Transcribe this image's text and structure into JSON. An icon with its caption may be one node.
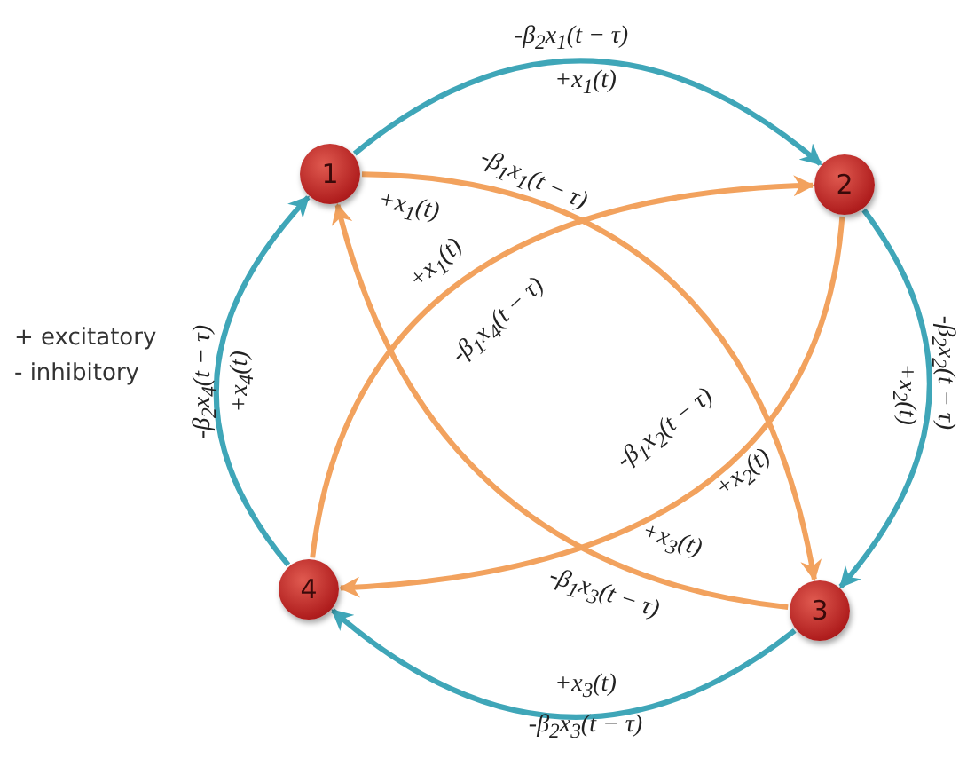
{
  "diagram": {
    "nodes": [
      {
        "text": [
          "1"
        ]
      },
      {
        "text": [
          "2"
        ]
      },
      {
        "text": [
          "3"
        ]
      },
      {
        "text": [
          "4"
        ]
      }
    ],
    "edges": [
      {
        "from": 0,
        "to": 1,
        "arrow": "to",
        "label": "+x$_{1}$(t)"
      },
      {
        "from": 1,
        "to": 2,
        "arrow": "to",
        "label": "+x$_{2}$(t)"
      },
      {
        "from": 2,
        "to": 3,
        "arrow": "to",
        "label": "+x$_{3}$(t)"
      },
      {
        "from": 3,
        "to": 0,
        "arrow": "to",
        "label": "+x$_{4}$(t)"
      },
      {
        "from": 0,
        "to": 2,
        "arrow": "to",
        "label": "+x$_{1}$(t)",
        "color": "#f2a25e"
      },
      {
        "from": 3,
        "to": 1,
        "arrow": "to",
        "label": "+x$_{1}$(t)",
        "color": "#f2a25e"
      },
      {
        "from": 1,
        "to": 3,
        "arrow": "to",
        "label": "+x$_{2}$(t)",
        "color": "#f2a25e"
      },
      {
        "from": 2,
        "to": 0,
        "arrow": "to",
        "label": "+x$_{3}$(t)",
        "color": "#f2a25e"
      }
    ],
    "labels": [
      "+ excitatory",
      "- inhibitory",
      "-β$_{2}$x$_{1}$(t − τ)",
      "-β$_{2}$x$_{2}$(t − τ)",
      "-β$_{2}$x$_{3}$(t − τ)",
      "-β$_{2}$x$_{4}$(t − τ)",
      "-β$_{1}$x$_{1}$(t − τ)",
      "-β$_{1}$x$_{4}$(t − τ)",
      "-β$_{1}$x$_{2}$(t − τ)",
      "-β$_{1}$x$_{3}$(t − τ)"
    ]
  }
}
